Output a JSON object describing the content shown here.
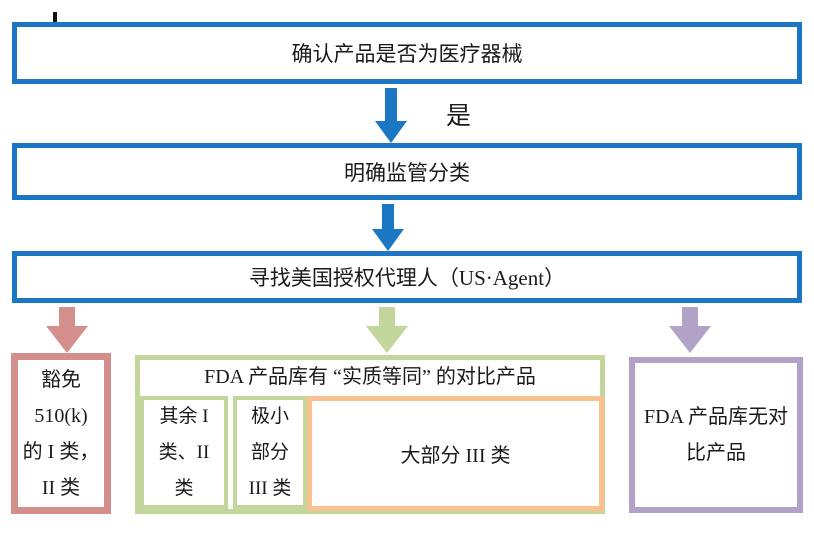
{
  "colors": {
    "blue": "#1b77c4",
    "red": "#d48f8d",
    "green": "#c3d69b",
    "orange": "#fac090",
    "purple": "#b2a2c7"
  },
  "flow": {
    "step1": "确认产品是否为医疗器械",
    "yes_label": "是",
    "step2": "明确监管分类",
    "step3": "寻找美国授权代理人（US·Agent）"
  },
  "outcomes": {
    "exempt": {
      "lines": [
        "豁免",
        "510(k)",
        "的 I 类，",
        "II 类"
      ]
    },
    "equivalent": {
      "header": "FDA 产品库有 “实质等同” 的对比产品",
      "sub1_lines": [
        "其余 I",
        "类、II",
        "类"
      ],
      "sub2_lines": [
        "极小",
        "部分",
        "III 类"
      ],
      "sub3_label": "大部分 III 类"
    },
    "no_match": {
      "lines": [
        "FDA 产品库无对",
        "比产品"
      ]
    }
  }
}
